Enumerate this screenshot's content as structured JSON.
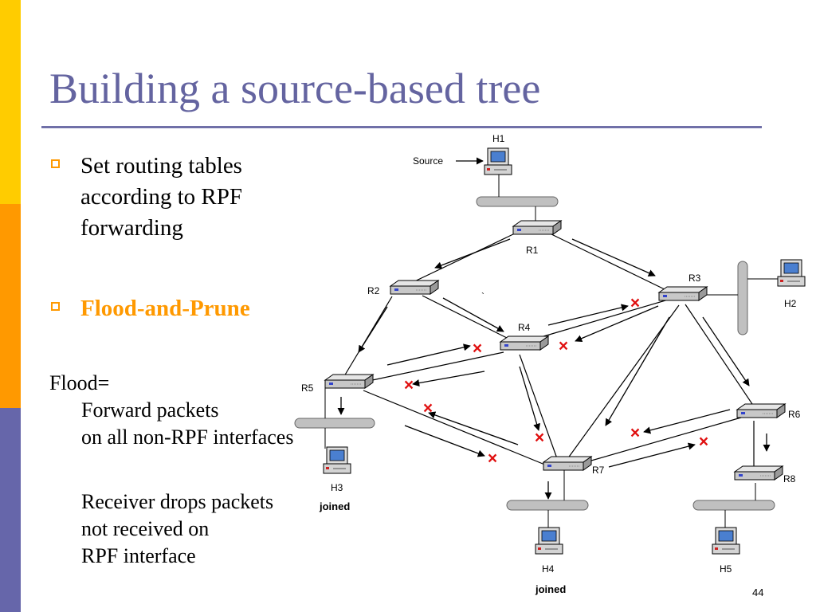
{
  "slide": {
    "title": "Building a source-based tree",
    "bullets": [
      {
        "text": "Set routing tables according to RPF forwarding"
      },
      {
        "text": "Flood-and-Prune"
      }
    ],
    "flood_label": "Flood=",
    "flood_lines": [
      "Forward packets",
      "on all non-RPF interfaces"
    ],
    "receiver_lines": [
      "Receiver drops packets",
      "not received on",
      "RPF interface"
    ],
    "page_number": "44",
    "colors": {
      "title": "#6464a0",
      "accent": "#ff9900",
      "prune_mark": "#e01010"
    }
  },
  "diagram": {
    "source_label": "Source",
    "routers": {
      "r1": "R1",
      "r2": "R2",
      "r3": "R3",
      "r4": "R4",
      "r5": "R5",
      "r6": "R6",
      "r7": "R7",
      "r8": "R8"
    },
    "hosts": {
      "h1": "H1",
      "h2": "H2",
      "h3": "H3",
      "h4": "H4",
      "h5": "H5"
    },
    "joined_label": "joined",
    "prune_symbol": "×",
    "stray_tick": "`"
  }
}
